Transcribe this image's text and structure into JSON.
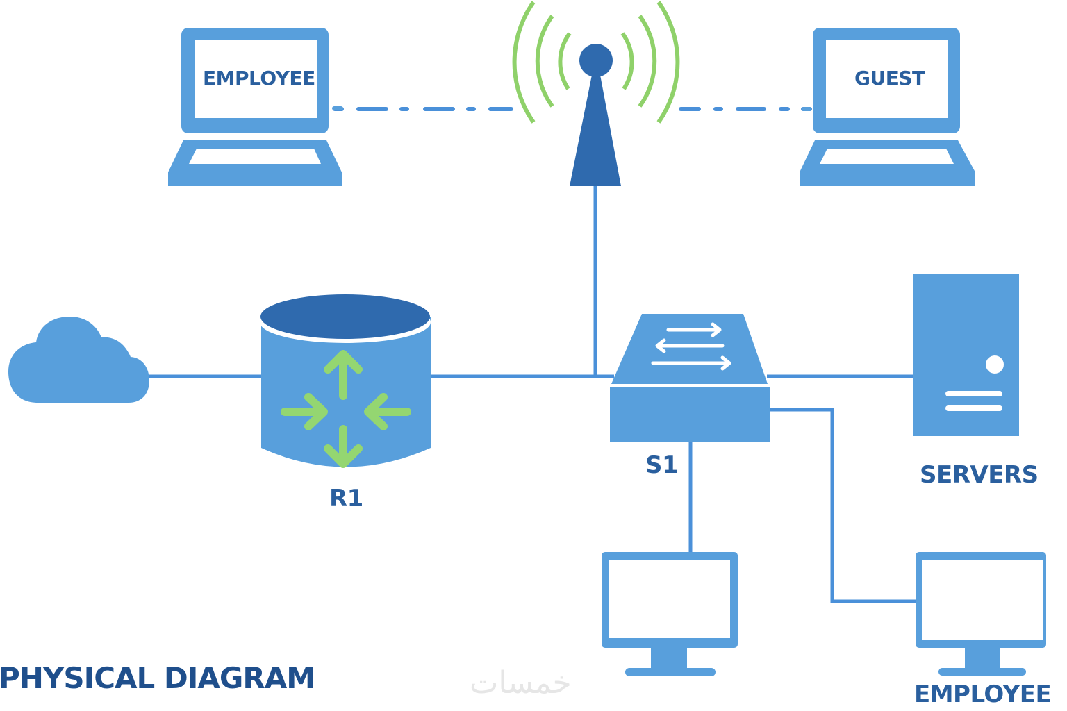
{
  "colors": {
    "device_blue": "#589fdc",
    "dark_blue": "#2f6aae",
    "label_blue": "#2a5f9e",
    "signal_green": "#8fd16a",
    "arrow_green": "#94d671",
    "link_blue": "#4a90d9",
    "watermark": "#e6e6e6"
  },
  "title": "PHYSICAL DIAGRAM",
  "watermark": "خمسات",
  "nodes": {
    "employee_laptop": {
      "label": "EMPLOYEE",
      "type": "laptop",
      "connection": "wireless"
    },
    "guest_laptop": {
      "label": "GUEST",
      "type": "laptop",
      "connection": "wireless"
    },
    "access_point": {
      "type": "wireless-access-point"
    },
    "internet": {
      "type": "cloud"
    },
    "router": {
      "label": "R1",
      "type": "router"
    },
    "switch": {
      "label": "S1",
      "type": "switch"
    },
    "servers": {
      "label": "SERVERS",
      "type": "server"
    },
    "desktop_1": {
      "type": "desktop",
      "label": ""
    },
    "desktop_2": {
      "type": "desktop",
      "label": "EMPLOYEE"
    }
  },
  "links": [
    {
      "from": "employee_laptop",
      "to": "access_point",
      "style": "dash-dot"
    },
    {
      "from": "guest_laptop",
      "to": "access_point",
      "style": "dash-dot"
    },
    {
      "from": "internet",
      "to": "router",
      "style": "solid"
    },
    {
      "from": "router",
      "to": "switch",
      "style": "solid"
    },
    {
      "from": "access_point",
      "to": "switch",
      "style": "solid"
    },
    {
      "from": "switch",
      "to": "servers",
      "style": "solid"
    },
    {
      "from": "switch",
      "to": "desktop_1",
      "style": "solid"
    },
    {
      "from": "switch",
      "to": "desktop_2",
      "style": "solid"
    }
  ]
}
